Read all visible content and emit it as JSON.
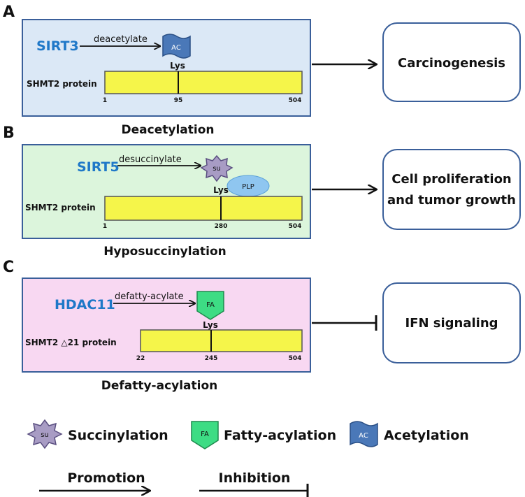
{
  "panels": [
    {
      "letter": "A",
      "enzyme": "SIRT3",
      "action": "deacetylate",
      "modification_mark": "AC",
      "site_label": "Lys",
      "protein_label": "SHMT2 protein",
      "bar_start": "1",
      "site_position": "95",
      "bar_end": "504",
      "caption": "Deacetylation",
      "outcome": [
        "Carcinogenesis"
      ],
      "effect": "promotion",
      "panel_color": "#dbe8f6"
    },
    {
      "letter": "B",
      "enzyme": "SIRT5",
      "action": "desuccinylate",
      "modification_mark": "su",
      "cofactor": "PLP",
      "site_label": "Lys",
      "protein_label": "SHMT2 protein",
      "bar_start": "1",
      "site_position": "280",
      "bar_end": "504",
      "caption": "Hyposuccinylation",
      "outcome": [
        "Cell proliferation",
        "and tumor growth"
      ],
      "effect": "promotion",
      "panel_color": "#dcf5dc"
    },
    {
      "letter": "C",
      "enzyme": "HDAC11",
      "action": "defatty-acylate",
      "modification_mark": "FA",
      "site_label": "Lys",
      "protein_label": "SHMT2 △21 protein",
      "bar_start": "22",
      "site_position": "245",
      "bar_end": "504",
      "caption": "Defatty-acylation",
      "outcome": [
        "IFN signaling"
      ],
      "effect": "inhibition",
      "panel_color": "#f8d8f2"
    }
  ],
  "legend": {
    "modifications": [
      {
        "mark": "su",
        "label": "Succinylation",
        "icon": "succinyl-star-icon",
        "color": "#a89cc4"
      },
      {
        "mark": "FA",
        "label": "Fatty-acylation",
        "icon": "fatty-acyl-pentagon-icon",
        "color": "#3ddc84"
      },
      {
        "mark": "AC",
        "label": "Acetylation",
        "icon": "acetyl-banner-icon",
        "color": "#4a78b8"
      }
    ],
    "arrows": [
      {
        "label": "Promotion",
        "icon": "promotion-arrow-icon"
      },
      {
        "label": "Inhibition",
        "icon": "inhibition-bar-icon"
      }
    ]
  },
  "colors": {
    "protein_bar": "#f5f54a",
    "enzyme_text": "#1f78c8",
    "panel_border": "#3a5f9a",
    "plp_ellipse": "#8fc6f0"
  }
}
